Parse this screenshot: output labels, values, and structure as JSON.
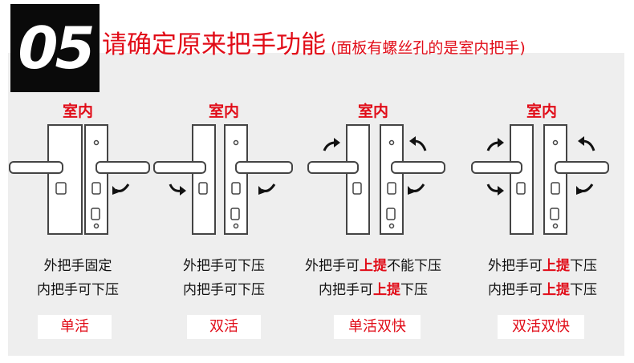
{
  "badge": "05",
  "title": "请确定原来把手功能",
  "subtitle": "(面板有螺丝孔的是室内把手)",
  "colors": {
    "accent": "#e10c18",
    "panel": "#eeeeee",
    "badge_bg": "#0a0a0a",
    "text": "#111111"
  },
  "options": [
    {
      "room_label": "室内",
      "line1": [
        "外把手固定"
      ],
      "line2": [
        "内把手可下压"
      ],
      "tag": "单活"
    },
    {
      "room_label": "室内",
      "line1": [
        "外把手可下压"
      ],
      "line2": [
        "内把手可下压"
      ],
      "tag": "双活"
    },
    {
      "room_label": "室内",
      "line1": [
        "外把手可",
        "上提",
        "不能下压"
      ],
      "line2": [
        "内把手可",
        "上提",
        "下压"
      ],
      "tag": "单活双快"
    },
    {
      "room_label": "室内",
      "line1": [
        "外把手可",
        "上提",
        "下压"
      ],
      "line2": [
        "内把手可",
        "上提",
        "下压"
      ],
      "tag": "双活双快"
    }
  ],
  "icons": [
    "curved-arrow-icon",
    "keyhole-icon",
    "screw-hole-icon"
  ]
}
